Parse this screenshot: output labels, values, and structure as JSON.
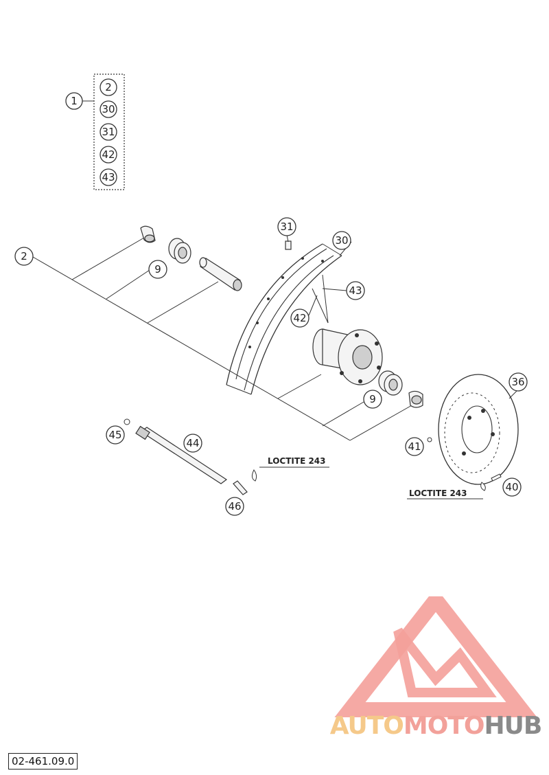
{
  "document": {
    "reference_number": "02-461.09.0",
    "watermark": {
      "brand": "AUTOMOTOHUB",
      "part_1": "AUTO",
      "part_2": "MOTO",
      "part_3": "HUB",
      "colors": {
        "auto": "#f5c98a",
        "moto": "#f2a19a",
        "hub": "#8a8a8a",
        "logo": "#f4a09a"
      }
    }
  },
  "kit_group": {
    "label": "1",
    "members": [
      "2",
      "30",
      "31",
      "42",
      "43"
    ]
  },
  "callouts": [
    {
      "id": "c2",
      "label": "2"
    },
    {
      "id": "c9a",
      "label": "9"
    },
    {
      "id": "c31",
      "label": "31"
    },
    {
      "id": "c30",
      "label": "30"
    },
    {
      "id": "c43",
      "label": "43"
    },
    {
      "id": "c42",
      "label": "42"
    },
    {
      "id": "c9b",
      "label": "9"
    },
    {
      "id": "c36",
      "label": "36"
    },
    {
      "id": "c45",
      "label": "45"
    },
    {
      "id": "c44",
      "label": "44"
    },
    {
      "id": "c41",
      "label": "41"
    },
    {
      "id": "c40",
      "label": "40"
    },
    {
      "id": "c46",
      "label": "46"
    }
  ],
  "notes": {
    "loctite_left": "LOCTITE 243",
    "loctite_right": "LOCTITE 243"
  }
}
